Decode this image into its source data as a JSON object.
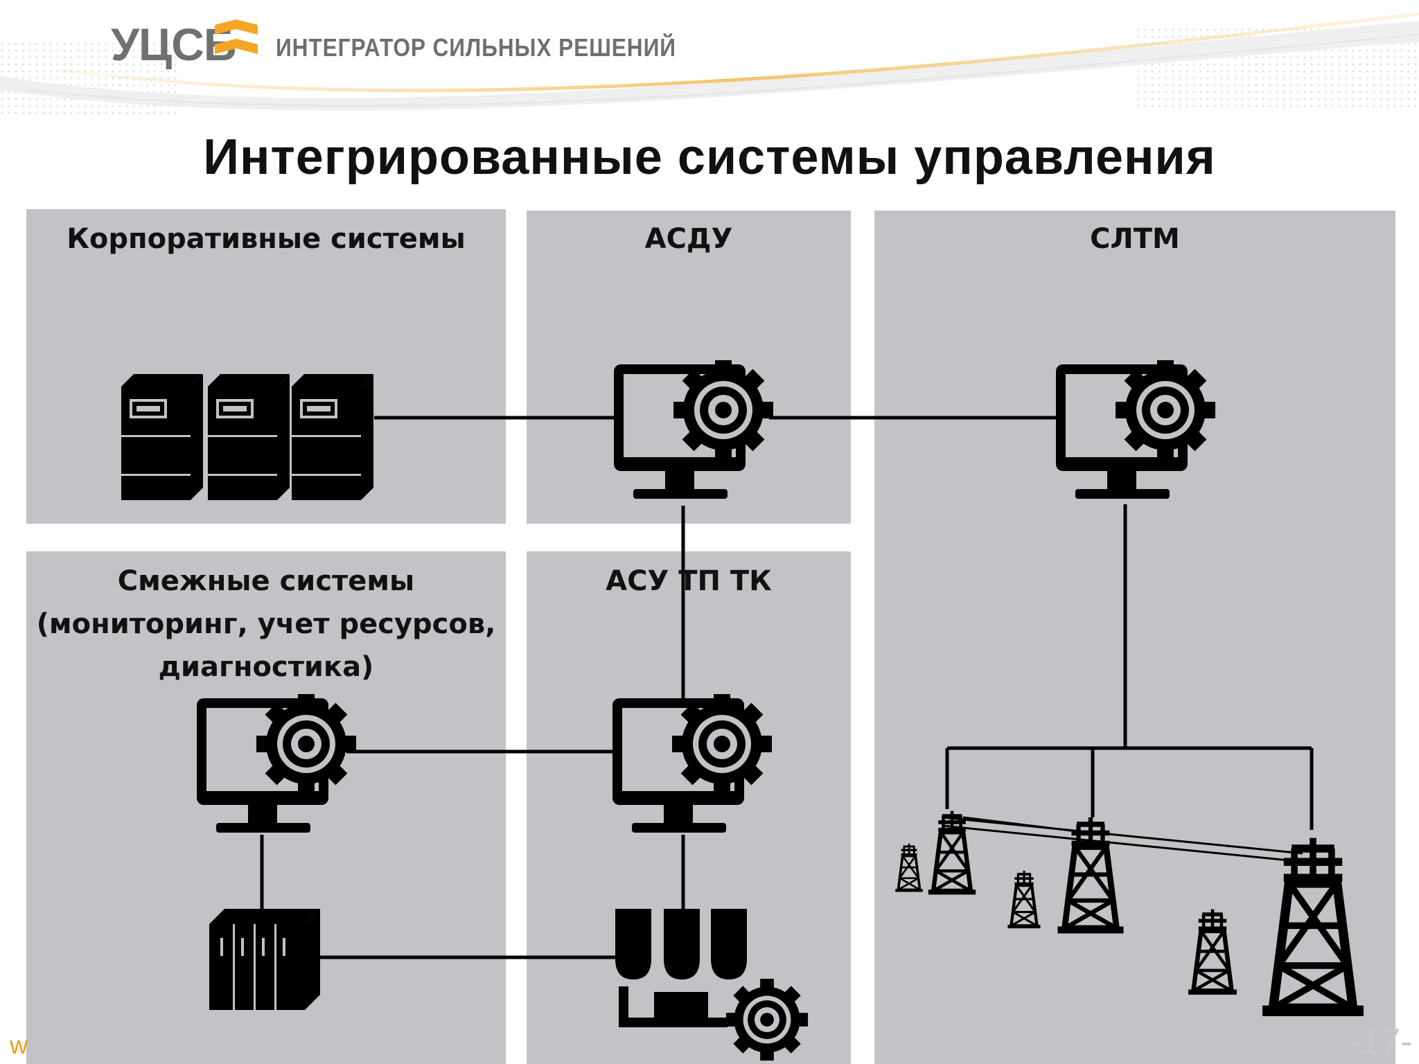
{
  "header": {
    "logo_text": "УЦСБ",
    "tagline": "ИНТЕГРАТОР СИЛЬНЫХ РЕШЕНИЙ",
    "brand_color": "#f5a623",
    "logo_icon": "chevron-logo-icon"
  },
  "title": "Интегрированные системы управления",
  "panels": {
    "corporate": {
      "label": "Корпоративные системы"
    },
    "asdu": {
      "label": "АСДУ"
    },
    "sltm": {
      "label": "СЛТМ"
    },
    "adjacent": {
      "label_lines": [
        "Смежные системы",
        "(мониторинг, учет ресурсов,",
        "диагностика)"
      ]
    },
    "asutp": {
      "label": "АСУ ТП ТК"
    }
  },
  "colors": {
    "panel": "#c3c2c6",
    "icon": "#000000",
    "page_number": "#c9c9c9"
  },
  "icons": {
    "servers": "server-rack-icon",
    "workstation": "monitor-gear-icon",
    "controller": "plc-module-icon",
    "field_devices": "field-devices-gear-icon",
    "towers": "power-tower-icon"
  },
  "footer": {
    "page_number": "-17-",
    "mark": "w"
  }
}
